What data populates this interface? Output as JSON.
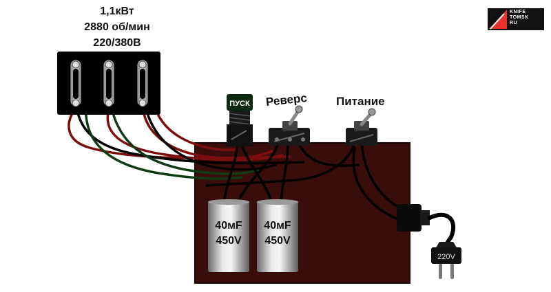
{
  "motor": {
    "power": "1,1кВт",
    "speed": "2880 об/мин",
    "voltage": "220/380В"
  },
  "labels": {
    "start_button": "ПУСК",
    "reverse_switch": "Реверс",
    "power_switch": "Питание"
  },
  "capacitors": [
    {
      "capacitance": "40мF",
      "voltage": "450V"
    },
    {
      "capacitance": "40мF",
      "voltage": "450V"
    }
  ],
  "plug": {
    "voltage": "220V"
  },
  "logo": {
    "line1": "KNIFE",
    "line2": "TOMSK",
    "line3": "RU"
  },
  "colors": {
    "enclosure": "#3a0d0d",
    "wire_red": "#7a0e0e",
    "wire_green": "#0f3a14",
    "wire_black": "#000000",
    "terminal_block": "#000000",
    "logo_accent": "#e8322a"
  }
}
